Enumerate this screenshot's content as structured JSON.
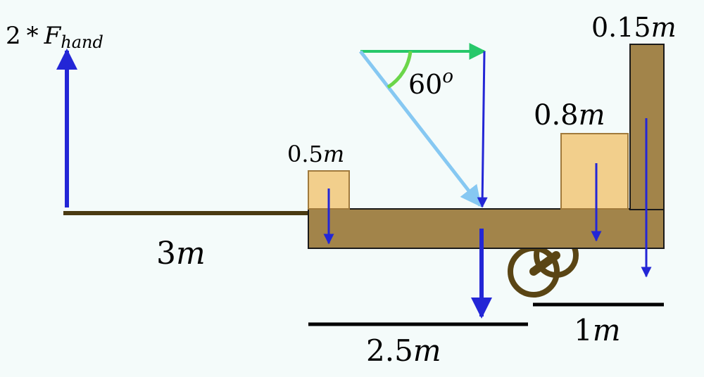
{
  "labels": {
    "force_coef": "2",
    "force_op": "*",
    "force_symbol": "F",
    "force_sub": "hand",
    "handle_length_num": "3",
    "handle_length_unit": "m",
    "cart_length_num": "2.5",
    "cart_length_unit": "m",
    "axle_length_num": "1",
    "axle_length_unit": "m",
    "small_box_num": "0.5",
    "small_box_unit": "m",
    "big_box_num": "0.8",
    "big_box_unit": "m",
    "post_num": "0.15",
    "post_unit": "m",
    "angle_num": "60",
    "angle_sup": "o"
  },
  "colors": {
    "background": "#f4fbfa",
    "wood": "#a2844a",
    "wood_outline": "#1a1a1a",
    "box": "#f2cf8c",
    "box_outline": "#a07a3c",
    "handle": "#4a3a12",
    "wheel": "#5a4514",
    "force_arrow": "#2326d6",
    "horizontal_component": "#27c86a",
    "resultant": "#86c8f2",
    "angle_arc": "#6bd64a",
    "dimension_line": "#000000"
  }
}
